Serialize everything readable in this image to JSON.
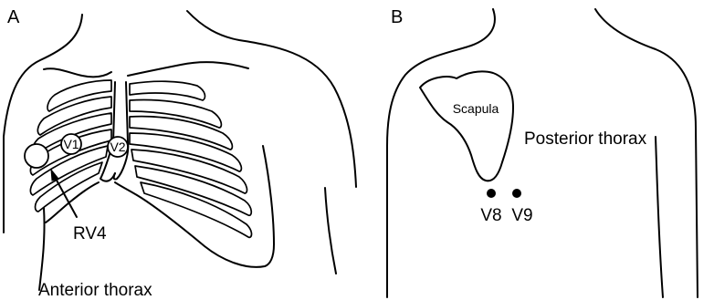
{
  "panel_a": {
    "letter": "A",
    "caption": "Anterior thorax",
    "electrodes": {
      "v1": "V1",
      "v2": "V2",
      "rv4": "RV4"
    }
  },
  "panel_b": {
    "letter": "B",
    "scapula_label": "Scapula",
    "caption": "Posterior thorax",
    "electrodes": {
      "v8": "V8",
      "v9": "V9"
    }
  }
}
